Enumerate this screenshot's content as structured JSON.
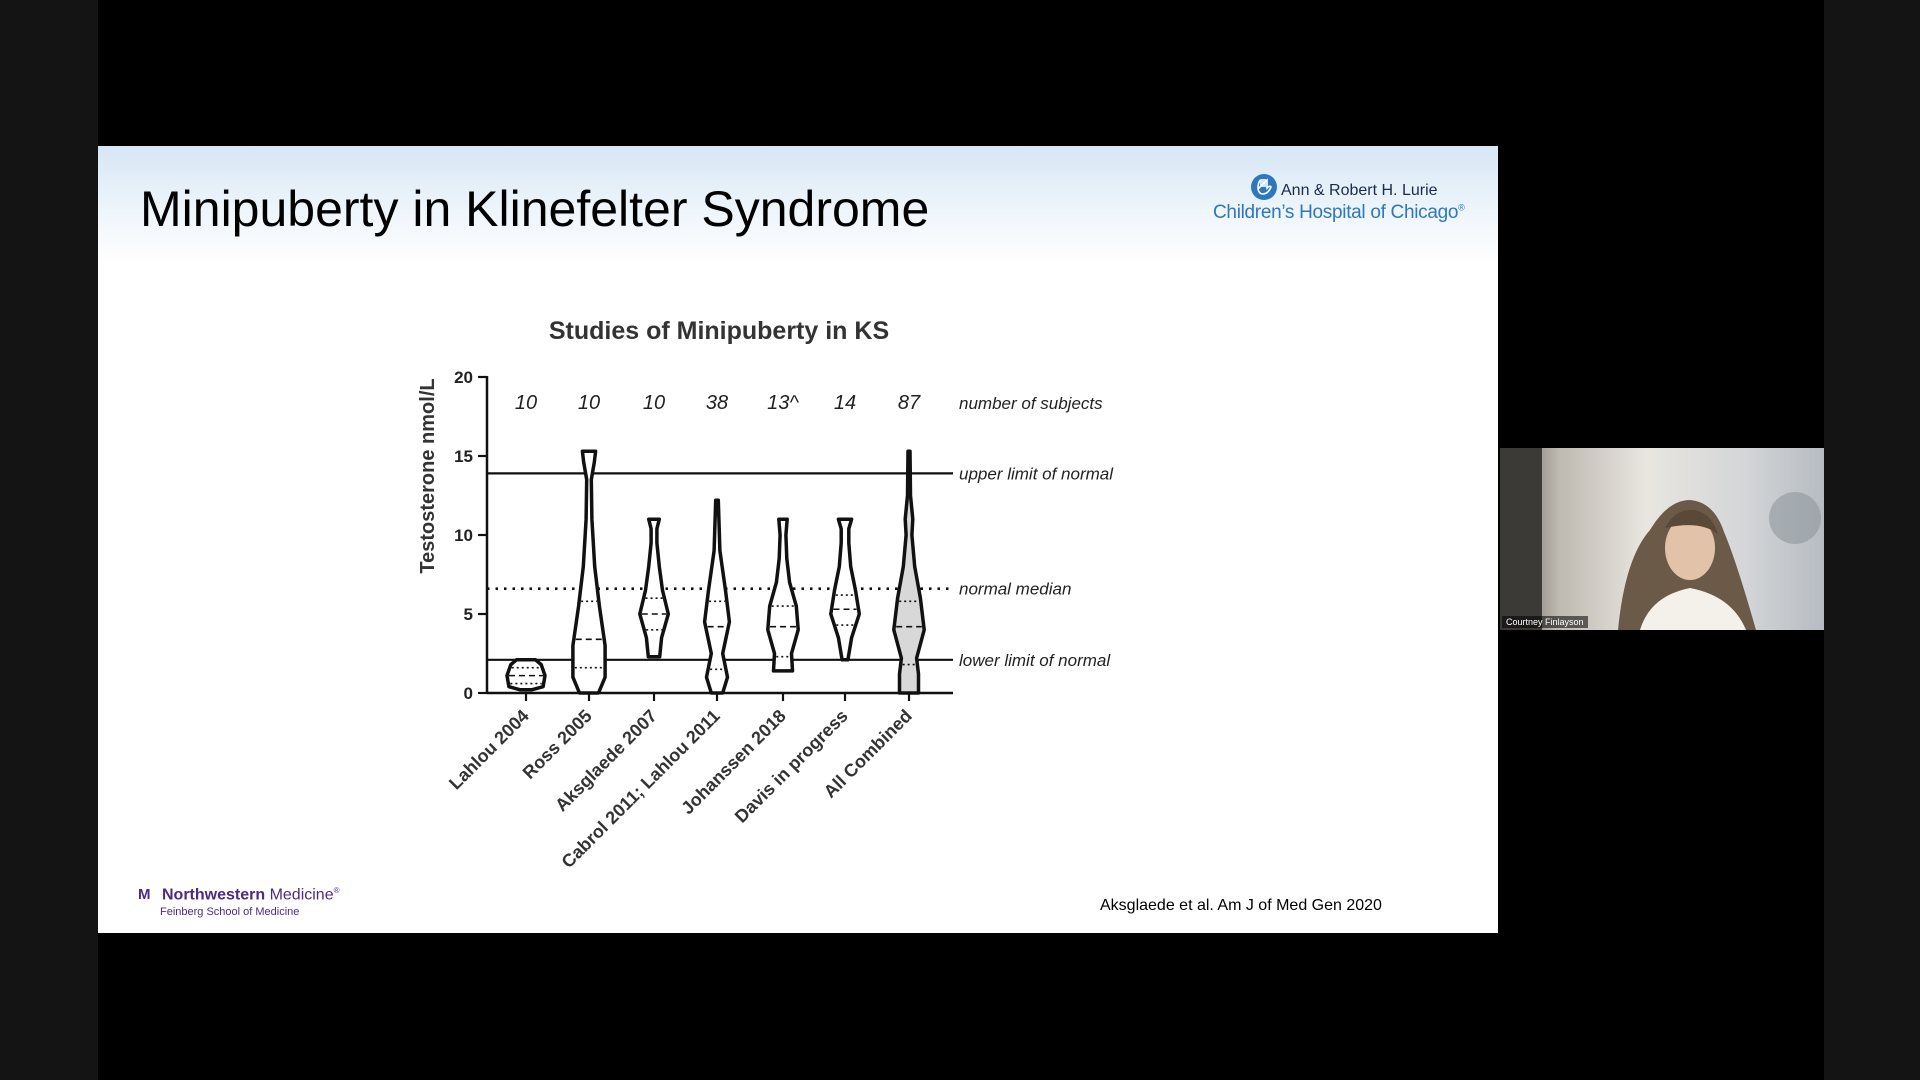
{
  "slide": {
    "title": "Minipuberty in Klinefelter Syndrome",
    "citation": "Aksglaede et al.  Am J of Med Gen 2020",
    "logo_right": {
      "line1": "Ann & Robert H. Lurie",
      "line2": "Children’s Hospital of Chicago",
      "mark": "®"
    },
    "logo_left": {
      "mark": "M",
      "name_bold": "Northwestern",
      "name_regular": " Medicine",
      "mark_symbol": "®",
      "sub": "Feinberg School of Medicine"
    }
  },
  "webcam": {
    "participant_name": "Courtney Finlayson"
  },
  "chart_data": {
    "type": "violin",
    "title": "Studies of Minipuberty in KS",
    "ylabel": "Testosterone nmol/L",
    "ylim": [
      0,
      20
    ],
    "yticks": [
      0,
      5,
      10,
      15,
      20
    ],
    "categories": [
      "Lahlou 2004",
      "Ross 2005",
      "Aksglaede 2007",
      "Cabrol 2011; Lahlou 2011",
      "Johanssen 2018",
      "Davis in progress",
      "All Combined"
    ],
    "subjects": [
      "10",
      "10",
      "10",
      "38",
      "13^",
      "14",
      "87"
    ],
    "subjects_label": "number of subjects",
    "reference_lines": [
      {
        "label": "upper limit of normal",
        "value": 13.9,
        "style": "solid"
      },
      {
        "label": "normal median",
        "value": 6.6,
        "style": "dotted"
      },
      {
        "label": "lower limit of normal",
        "value": 2.1,
        "style": "solid"
      }
    ],
    "violins": [
      {
        "min": 0.2,
        "max": 2.1,
        "q1": 0.6,
        "median": 1.1,
        "q3": 1.6,
        "profile": [
          [
            0.2,
            0.3
          ],
          [
            0.4,
            0.9
          ],
          [
            1.1,
            1.0
          ],
          [
            1.8,
            0.8
          ],
          [
            2.1,
            0.5
          ]
        ],
        "fill": "#ffffff"
      },
      {
        "min": 0.0,
        "max": 15.3,
        "q1": 1.6,
        "median": 3.4,
        "q3": 5.8,
        "profile": [
          [
            0.0,
            0.5
          ],
          [
            1.0,
            0.85
          ],
          [
            3.0,
            0.85
          ],
          [
            5.5,
            0.55
          ],
          [
            8.0,
            0.3
          ],
          [
            11.0,
            0.15
          ],
          [
            13.5,
            0.12
          ],
          [
            14.6,
            0.28
          ],
          [
            15.3,
            0.35
          ]
        ],
        "fill": "#ffffff"
      },
      {
        "min": 2.3,
        "max": 11.0,
        "q1": 4.0,
        "median": 5.0,
        "q3": 6.0,
        "profile": [
          [
            2.3,
            0.3
          ],
          [
            3.5,
            0.4
          ],
          [
            5.0,
            0.75
          ],
          [
            6.5,
            0.45
          ],
          [
            8.0,
            0.28
          ],
          [
            9.5,
            0.15
          ],
          [
            10.4,
            0.15
          ],
          [
            11.0,
            0.28
          ]
        ],
        "fill": "#ffffff"
      },
      {
        "min": 0.0,
        "max": 12.2,
        "q1": 1.5,
        "median": 4.2,
        "q3": 5.8,
        "profile": [
          [
            0.0,
            0.3
          ],
          [
            1.0,
            0.55
          ],
          [
            2.5,
            0.3
          ],
          [
            4.5,
            0.65
          ],
          [
            6.5,
            0.45
          ],
          [
            9.0,
            0.15
          ],
          [
            12.2,
            0.07
          ]
        ],
        "fill": "#ffffff"
      },
      {
        "min": 1.4,
        "max": 11.0,
        "q1": 2.3,
        "median": 4.2,
        "q3": 5.5,
        "profile": [
          [
            1.4,
            0.5
          ],
          [
            2.5,
            0.45
          ],
          [
            4.0,
            0.8
          ],
          [
            5.5,
            0.7
          ],
          [
            7.0,
            0.35
          ],
          [
            8.5,
            0.2
          ],
          [
            10.0,
            0.15
          ],
          [
            11.0,
            0.22
          ]
        ],
        "fill": "#ffffff"
      },
      {
        "min": 2.1,
        "max": 11.0,
        "q1": 4.3,
        "median": 5.3,
        "q3": 6.2,
        "profile": [
          [
            2.1,
            0.15
          ],
          [
            3.5,
            0.35
          ],
          [
            5.0,
            0.75
          ],
          [
            6.5,
            0.55
          ],
          [
            8.0,
            0.3
          ],
          [
            9.5,
            0.2
          ],
          [
            10.4,
            0.2
          ],
          [
            11.0,
            0.35
          ]
        ],
        "fill": "#ffffff"
      },
      {
        "min": 0.0,
        "max": 15.3,
        "q1": 1.8,
        "median": 4.2,
        "q3": 5.8,
        "profile": [
          [
            0.0,
            0.5
          ],
          [
            1.2,
            0.5
          ],
          [
            2.2,
            0.4
          ],
          [
            4.0,
            0.8
          ],
          [
            6.0,
            0.6
          ],
          [
            8.0,
            0.3
          ],
          [
            10.0,
            0.15
          ],
          [
            11.0,
            0.2
          ],
          [
            12.5,
            0.08
          ],
          [
            15.3,
            0.05
          ]
        ],
        "fill": "#d8d8d8"
      }
    ]
  }
}
